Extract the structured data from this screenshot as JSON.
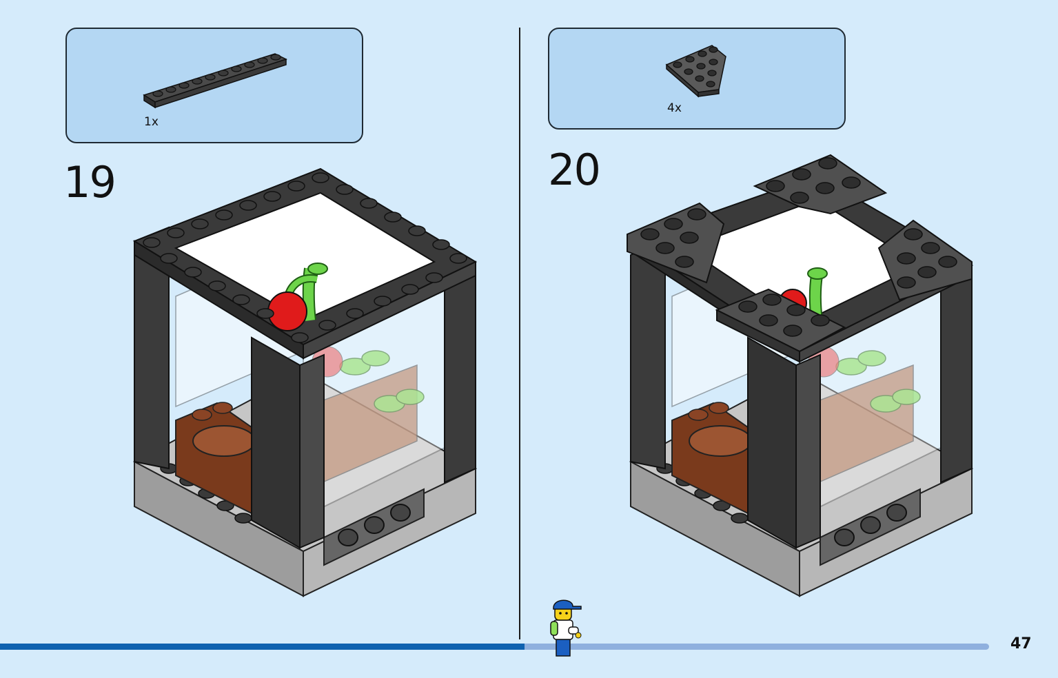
{
  "steps": [
    {
      "number": "19",
      "part_quantity": "1x",
      "part_name": "dark-gray-plate-1x10"
    },
    {
      "number": "20",
      "part_quantity": "4x",
      "part_name": "dark-gray-wedge-plate"
    }
  ],
  "page_number": "47",
  "progress": 0.53,
  "colors": {
    "background": "#d5ebfb",
    "parts_box": "#b4d7f3",
    "dark_gray": "#3b3b3b",
    "light_gray": "#a8a8a8",
    "brown": "#8a4425",
    "green": "#6dd44a",
    "red": "#e01b1b",
    "progress_active": "#0f62b0",
    "progress_track": "#8fb0de"
  }
}
